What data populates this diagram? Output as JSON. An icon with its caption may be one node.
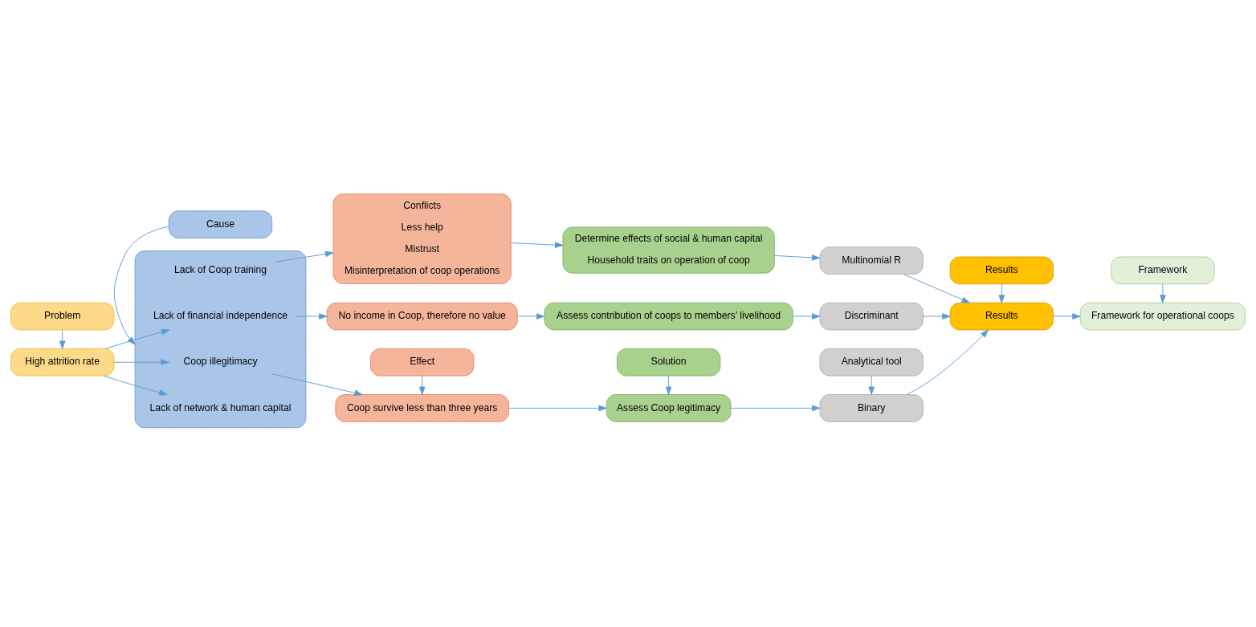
{
  "diagram": {
    "nodes": [
      {
        "text": [
          "Problem"
        ]
      },
      {
        "text": [
          "Cause"
        ]
      },
      {
        "text": [
          "Effect"
        ]
      },
      {
        "text": [
          "Solution"
        ]
      },
      {
        "text": [
          "Analytical tool"
        ]
      },
      {
        "text": [
          "Results"
        ]
      },
      {
        "text": [
          "Framework"
        ]
      },
      {
        "text": [
          "High attrition rate"
        ]
      },
      {
        "text": [],
        "shape": "box"
      },
      {
        "text": [
          "Coop illegitimacy"
        ],
        "in": 8
      },
      {
        "text": [
          "Lack of network & human capital"
        ],
        "in": 8
      },
      {
        "text": [
          "Lack of Coop training"
        ],
        "in": 8
      },
      {
        "text": [
          "Lack of financial independence"
        ],
        "in": 8
      },
      {
        "text": [
          "Coop survive less than three years"
        ]
      },
      {
        "text": [
          "Conflicts",
          "Less help",
          "Mistrust",
          "Misinterpretation of coop operations"
        ]
      },
      {
        "text": [
          "No income in Coop, therefore no value"
        ]
      },
      {
        "text": [
          "Assess Coop legitimacy"
        ]
      },
      {
        "text": [
          "Determine effects of social & human capital",
          "Household traits on operation of coop"
        ]
      },
      {
        "text": [
          "Assess contribution of coops to members’ livelihood"
        ]
      },
      {
        "text": [
          "Binary"
        ]
      },
      {
        "text": [
          "Multinomial R"
        ]
      },
      {
        "text": [
          "Discriminant"
        ]
      },
      {
        "text": [
          "Results"
        ]
      },
      {
        "text": [
          "Framework for operational coops"
        ]
      }
    ],
    "edges": [
      {
        "from": 0,
        "to": 7,
        "arrow": "to"
      },
      {
        "from": 1,
        "to": 8,
        "arrow": "to"
      },
      {
        "from": 2,
        "to": 13,
        "arrow": "to"
      },
      {
        "from": 3,
        "to": 16,
        "arrow": "to"
      },
      {
        "from": 4,
        "to": 19,
        "arrow": "to"
      },
      {
        "from": 5,
        "to": 22,
        "arrow": "to"
      },
      {
        "from": 6,
        "to": 23,
        "arrow": "to"
      },
      {
        "from": 7,
        "to": 9,
        "arrow": "to"
      },
      {
        "from": 7,
        "to": 10,
        "arrow": "to"
      },
      {
        "from": 7,
        "to": 12,
        "arrow": "to"
      },
      {
        "from": 9,
        "to": 13,
        "arrow": "to"
      },
      {
        "from": 13,
        "to": 16,
        "arrow": "to"
      },
      {
        "from": 16,
        "to": 19,
        "arrow": "to"
      },
      {
        "from": 19,
        "to": 22,
        "arrow": "to"
      },
      {
        "from": 11,
        "to": 14,
        "arrow": "to"
      },
      {
        "from": 14,
        "to": 17,
        "arrow": "to"
      },
      {
        "from": 17,
        "to": 20,
        "arrow": "to"
      },
      {
        "from": 20,
        "to": 22,
        "arrow": "to"
      },
      {
        "from": 12,
        "to": 15,
        "arrow": "to"
      },
      {
        "from": 15,
        "to": 18,
        "arrow": "to"
      },
      {
        "from": 18,
        "to": 21,
        "arrow": "to"
      },
      {
        "from": 21,
        "to": 22,
        "arrow": "to"
      },
      {
        "from": 22,
        "to": 23,
        "arrow": "to"
      }
    ]
  }
}
